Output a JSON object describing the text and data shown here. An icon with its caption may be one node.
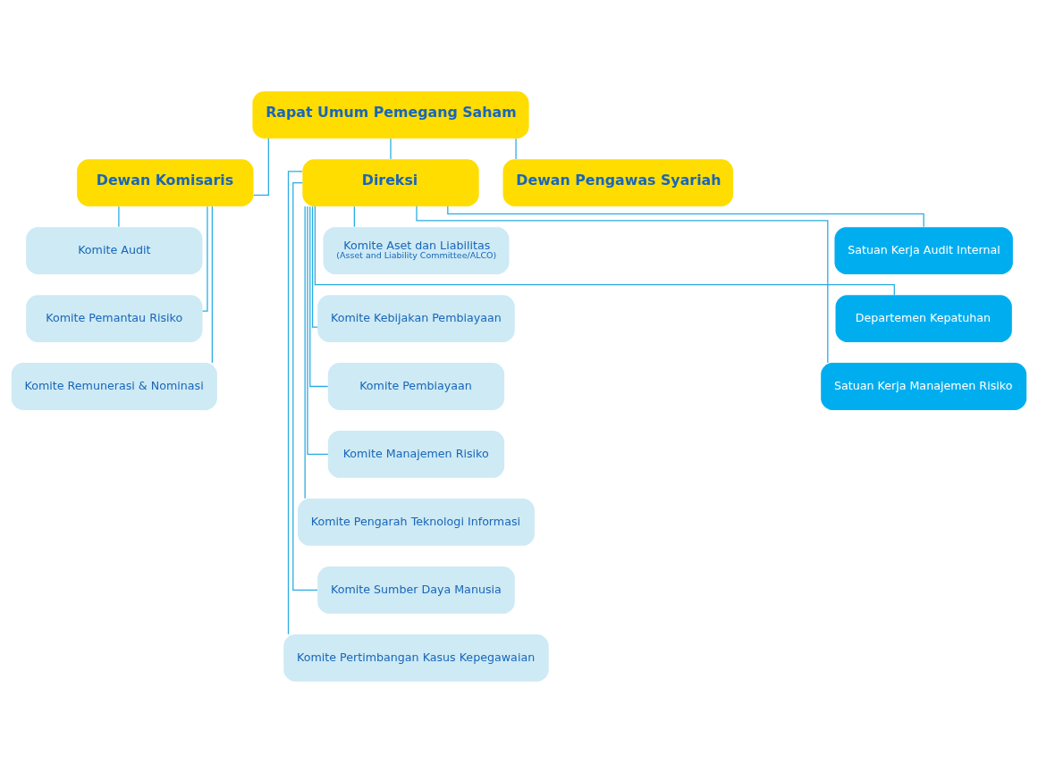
{
  "diagram": {
    "nodes": [
      {
        "text": [
          "Rapat Umum Pemegang Saham"
        ]
      },
      {
        "text": [
          "Dewan Komisaris"
        ]
      },
      {
        "text": [
          "Direksi"
        ]
      },
      {
        "text": [
          "Dewan Pengawas Syariah"
        ]
      },
      {
        "text": [
          "Komite Audit"
        ]
      },
      {
        "text": [
          "Komite Pemantau Risiko"
        ]
      },
      {
        "text": [
          "Komite Remunerasi & Nominasi"
        ]
      },
      {
        "text": [
          "Komite Aset dan Liabilitas",
          "(Asset and Liability Committee/ALCO)"
        ]
      },
      {
        "text": [
          "Komite Kebijakan Pembiayaan"
        ]
      },
      {
        "text": [
          "Komite Pembiayaan"
        ]
      },
      {
        "text": [
          "Komite Manajemen Risiko"
        ]
      },
      {
        "text": [
          "Komite Pengarah Teknologi Informasi"
        ]
      },
      {
        "text": [
          "Komite Sumber Daya Manusia"
        ]
      },
      {
        "text": [
          "Komite Pertimbangan Kasus Kepegawaian"
        ]
      },
      {
        "text": [
          "Satuan Kerja Audit Internal"
        ]
      },
      {
        "text": [
          "Departemen Kepatuhan"
        ]
      },
      {
        "text": [
          "Satuan Kerja Manajemen Risiko"
        ]
      }
    ],
    "edges": [
      {
        "from": 0,
        "to": 1,
        "arrow": "none"
      },
      {
        "from": 0,
        "to": 2,
        "arrow": "none"
      },
      {
        "from": 0,
        "to": 3,
        "arrow": "none"
      },
      {
        "from": 1,
        "to": 4,
        "arrow": "none"
      },
      {
        "from": 1,
        "to": 5,
        "arrow": "none"
      },
      {
        "from": 1,
        "to": 6,
        "arrow": "none"
      },
      {
        "from": 2,
        "to": 7,
        "arrow": "none"
      },
      {
        "from": 2,
        "to": 8,
        "arrow": "none"
      },
      {
        "from": 2,
        "to": 9,
        "arrow": "none"
      },
      {
        "from": 2,
        "to": 10,
        "arrow": "none"
      },
      {
        "from": 2,
        "to": 11,
        "arrow": "none"
      },
      {
        "from": 2,
        "to": 12,
        "arrow": "none"
      },
      {
        "from": 2,
        "to": 13,
        "arrow": "none"
      },
      {
        "from": 2,
        "to": 14,
        "arrow": "none"
      },
      {
        "from": 2,
        "to": 15,
        "arrow": "none"
      },
      {
        "from": 2,
        "to": 16,
        "arrow": "none"
      }
    ]
  }
}
